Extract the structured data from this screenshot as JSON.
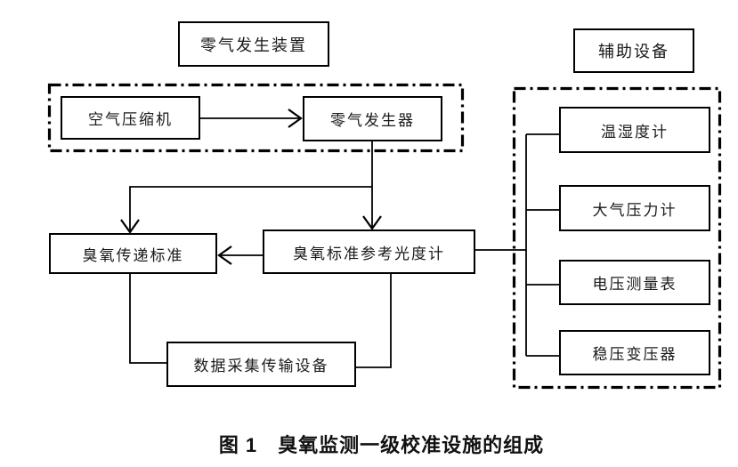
{
  "colors": {
    "ink": "#000000",
    "paper": "#ffffff"
  },
  "groups": {
    "zero_gas": {
      "title": "零气发生装置"
    },
    "auxiliary": {
      "title": "辅助设备"
    }
  },
  "nodes": {
    "air_compressor": "空气压缩机",
    "zero_gas_generator": "零气发生器",
    "ozone_transfer_standard": "臭氧传递标准",
    "ozone_standard_reference_photometer": "臭氧标准参考光度计",
    "data_acquisition_transmission": "数据采集传输设备",
    "thermo_hygrometer": "温湿度计",
    "barometric_pressure_gauge": "大气压力计",
    "voltage_meter": "电压测量表",
    "voltage_stabilizing_transformer": "稳压变压器"
  },
  "caption": "图 1　臭氧监测一级校准设施的组成"
}
